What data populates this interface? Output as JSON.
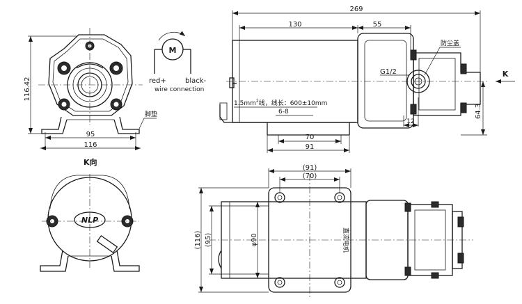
{
  "dims": {
    "overall_length": "269",
    "motor_length": "130",
    "pump_length": "55",
    "front_height": "116.42",
    "base_width": "95",
    "total_width": "116",
    "port_offset": "12",
    "port_height": "64.3",
    "mount_70": "70",
    "mount_91": "91",
    "slot": "6-8",
    "mount_91_ref": "(91)",
    "mount_70_ref": "(70)",
    "diameter": "φ90",
    "side_116_ref": "(116)",
    "side_95_ref": "(95)"
  },
  "labels": {
    "view_k": "K向",
    "arrow_k": "K",
    "thread": "G1/2",
    "protective_cap": "防尘盖",
    "foot_pad": "脚垫",
    "motor_symbol": "M",
    "wire_red": "red+",
    "wire_black": "black-",
    "wire_connection": "wire connection",
    "cable_prefix": "1.5mm",
    "cable_sup": "2",
    "cable_suffix": "线，线长：600±10mm",
    "logo": "NLP",
    "plate_text": "直流电机"
  }
}
